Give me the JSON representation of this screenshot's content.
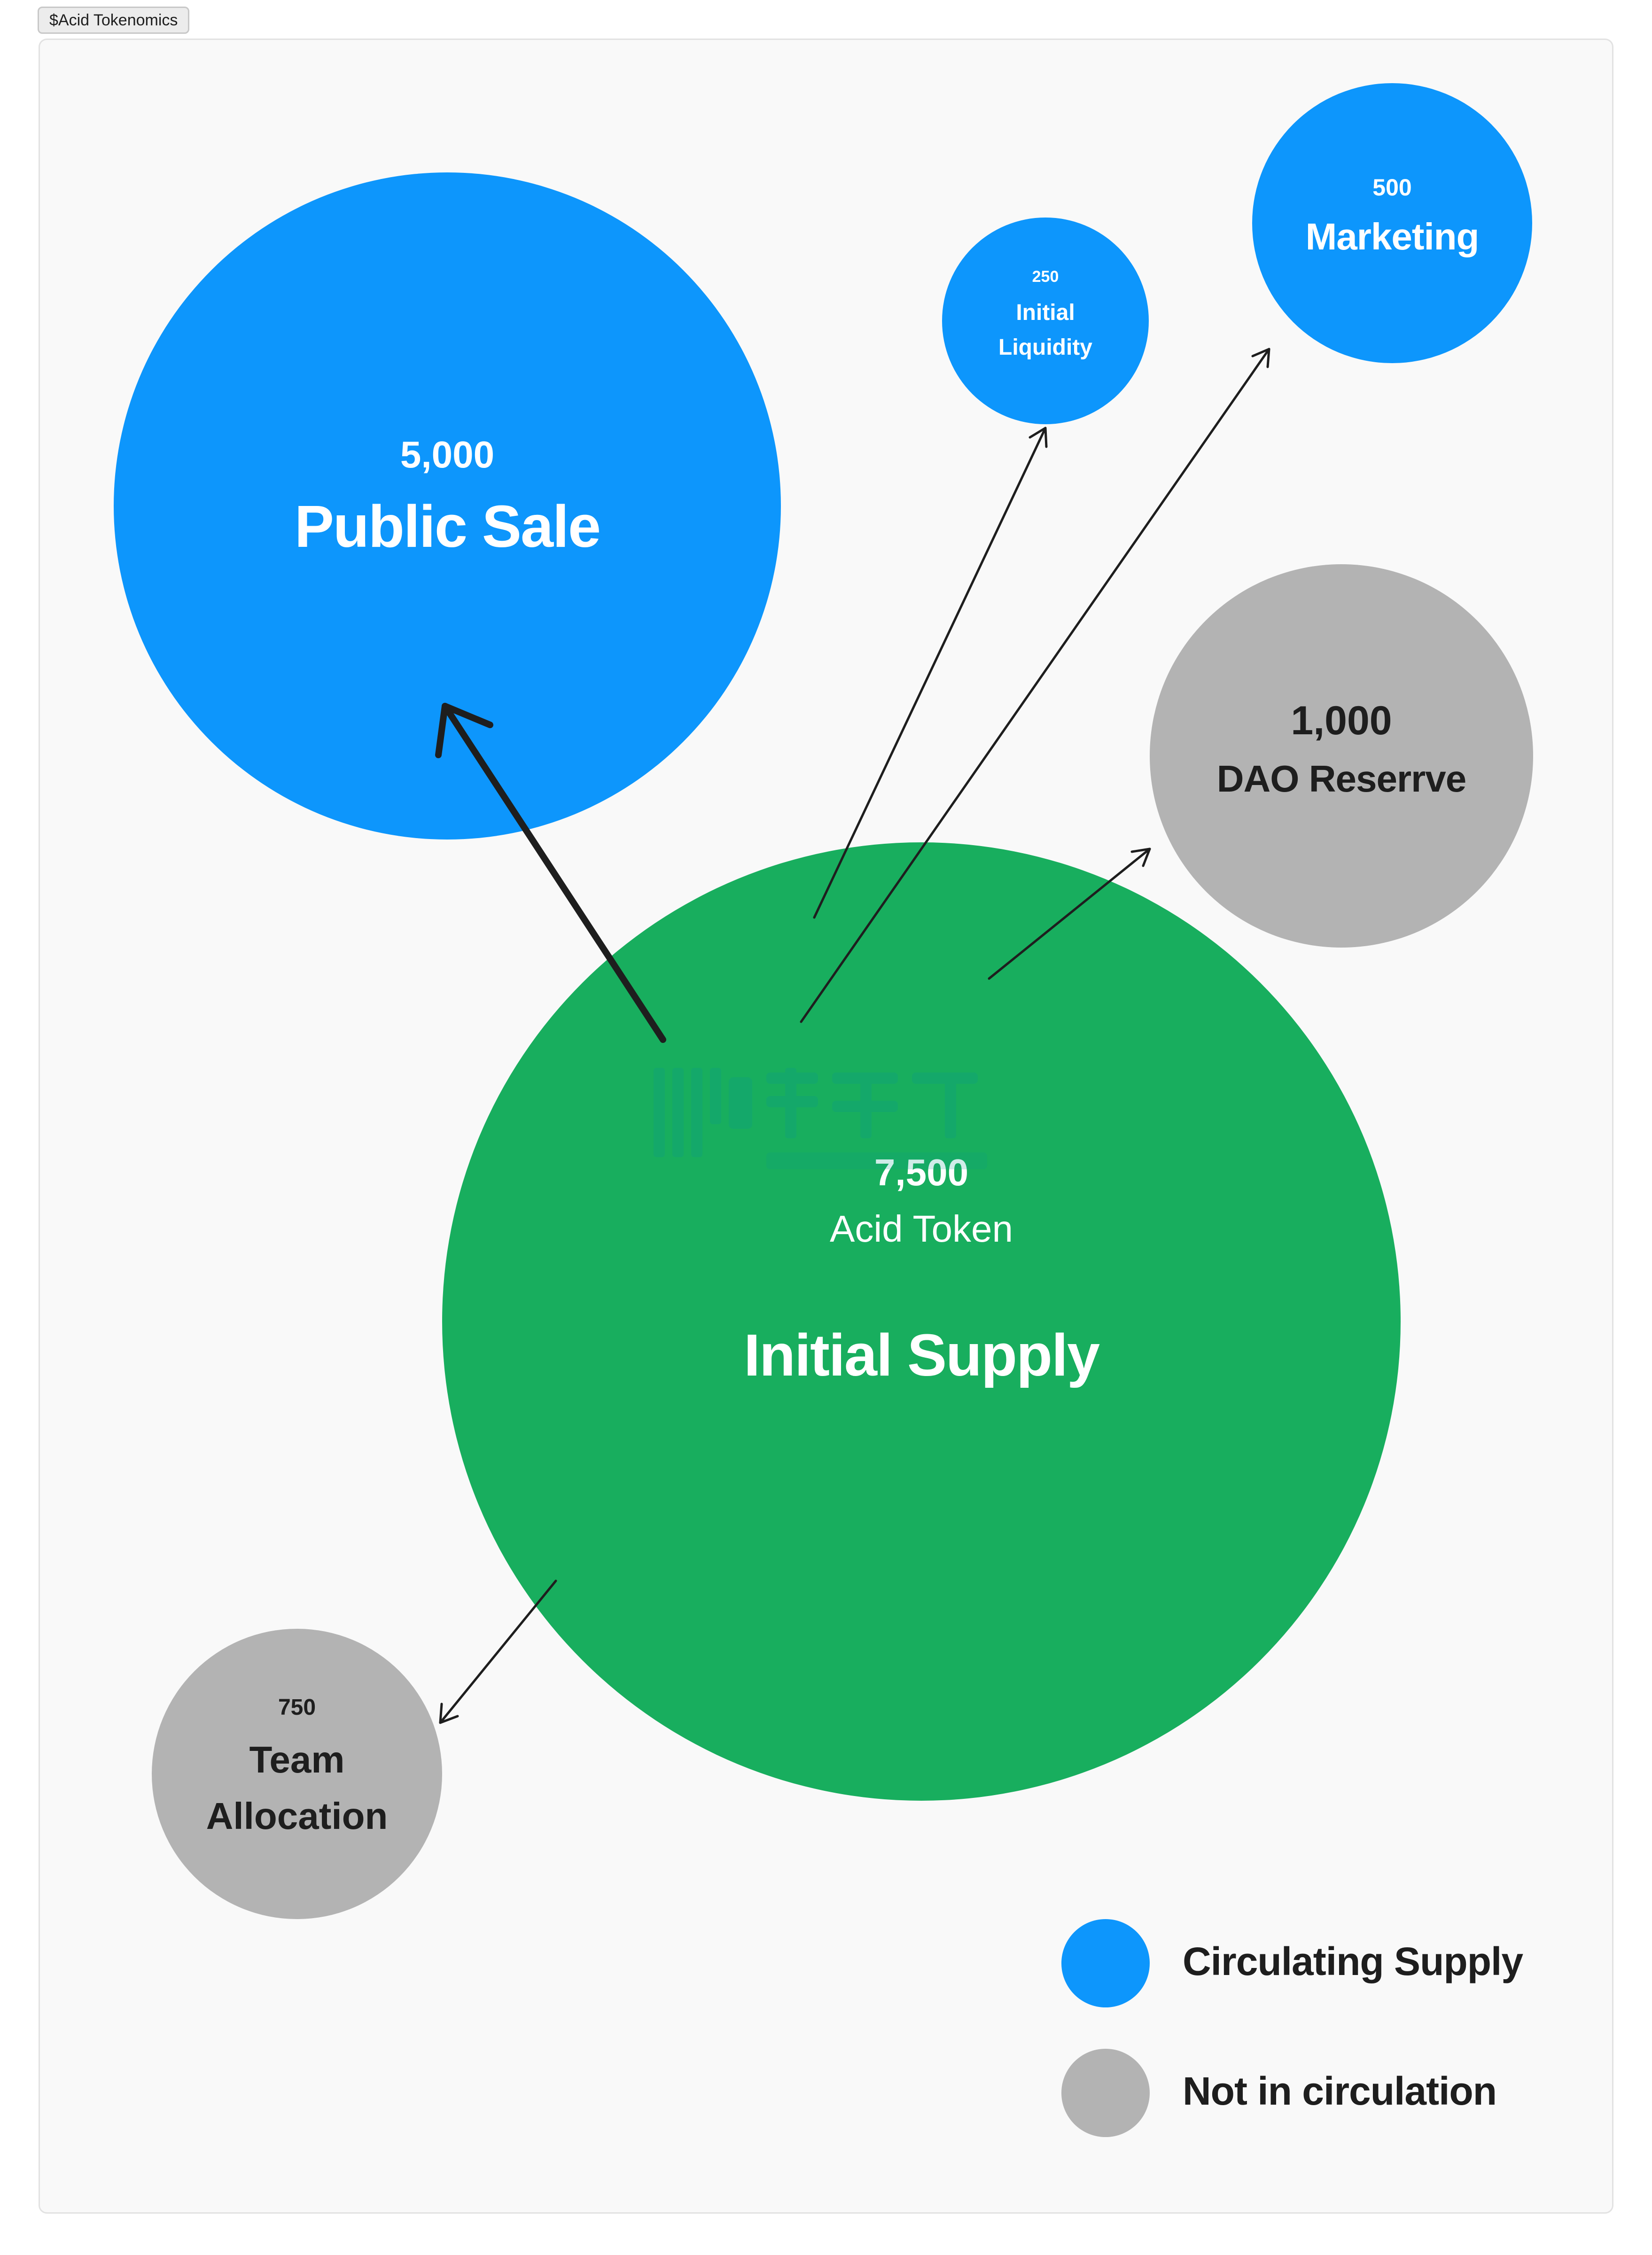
{
  "frame": {
    "title": "$Acid Tokenomics"
  },
  "colors": {
    "circulating": "#0d96fc",
    "not_circulating": "#b3b3b3",
    "supply": "#18ae5e",
    "background": "#f9f9f9",
    "arrow": "#1e1e1e"
  },
  "initial_supply": {
    "amount": "7,500",
    "unit": "Acid Token",
    "label": "Initial Supply"
  },
  "allocations": {
    "public_sale": {
      "amount": "5,000",
      "label": "Public Sale",
      "status": "circulating"
    },
    "initial_liquidity": {
      "amount": "250",
      "label_line1": "Initial",
      "label_line2": "Liquidity",
      "status": "circulating"
    },
    "marketing": {
      "amount": "500",
      "label": "Marketing",
      "status": "circulating"
    },
    "dao_reserve": {
      "amount": "1,000",
      "label": "DAO Reserrve",
      "status": "not_circulating"
    },
    "team_allocation": {
      "amount": "750",
      "label_line1": "Team",
      "label_line2": "Allocation",
      "status": "not_circulating"
    }
  },
  "legend": {
    "circulating": "Circulating Supply",
    "not_circulating": "Not in circulation"
  }
}
